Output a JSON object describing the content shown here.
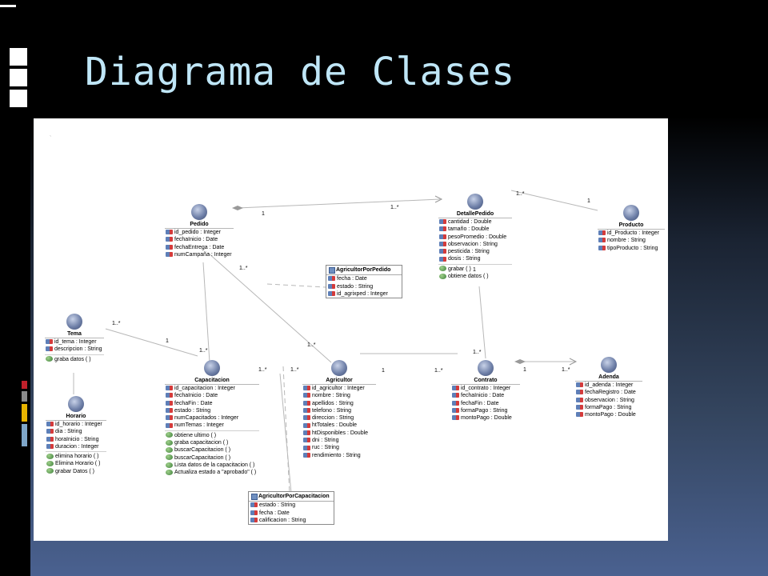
{
  "slide_title": "Diagrama de Clases",
  "colors": {
    "title": "#bfe6f7",
    "stripe_red": "#c0202a",
    "stripe_gray": "#8a8a8a",
    "stripe_yellow": "#e8b400",
    "stripe_blue": "#7fa6c8"
  },
  "classes": {
    "pedido": {
      "name": "Pedido",
      "attrs": [
        "id_pedido : Integer",
        "fechaInicio : Date",
        "fechaEntrega : Date",
        "numCampaña : Integer"
      ],
      "methods": []
    },
    "detallepedido": {
      "name": "DetallePedido",
      "attrs": [
        "cantidad : Double",
        "tamaño : Double",
        "pesoPromedio : Double",
        "observacion : String",
        "pesticida : String",
        "dosis : String"
      ],
      "methods": [
        "grabar ( )",
        "obtiene datos ( )"
      ]
    },
    "producto": {
      "name": "Producto",
      "attrs": [
        "id_Producto : Integer",
        "nombre : String",
        "tipoProducto : String"
      ],
      "methods": []
    },
    "tema": {
      "name": "Tema",
      "attrs": [
        "id_tema : Integer",
        "descripcion : String"
      ],
      "methods": [
        "graba datos ( )"
      ]
    },
    "horario": {
      "name": "Horario",
      "attrs": [
        "id_horario : Integer",
        "dia : String",
        "horaInicio : String",
        "duracion : Integer"
      ],
      "methods": [
        "elimina horario ( )",
        "Elimina Horario ( )",
        "grabar Datos ( )"
      ]
    },
    "capacitacion": {
      "name": "Capacitacion",
      "attrs": [
        "id_capacitacion : Integer",
        "fechaInicio : Date",
        "fechaFin : Date",
        "estado : String",
        "numCapacitados : Integer",
        "numTemas : Integer"
      ],
      "methods": [
        "obtiene ultimo ( )",
        "graba capacitacion ( )",
        "buscarCapacitacion ( )",
        "buscarCapacitacion ( )",
        "Lista datos de la capacitacion ( )",
        "Actualiza estado a \"aprobado\" ( )"
      ]
    },
    "agricultor": {
      "name": "Agricultor",
      "attrs": [
        "id_agricultor : Integer",
        "nombre : String",
        "apellidos : String",
        "telefono : String",
        "direccion : String",
        "htTotales : Double",
        "htDisponibles : Double",
        "dni : String",
        "ruc : String",
        "rendimiento : String"
      ],
      "methods": []
    },
    "contrato": {
      "name": "Contrato",
      "attrs": [
        "id_contrato : Integer",
        "fechaInicio : Date",
        "fechaFin : Date",
        "formaPago : String",
        "montoPago : Double"
      ],
      "methods": []
    },
    "adenda": {
      "name": "Adenda",
      "attrs": [
        "id_adenda : Integer",
        "fechaRegistro : Date",
        "observacion : String",
        "formaPago : String",
        "montoPago : Double"
      ],
      "methods": []
    }
  },
  "association_classes": {
    "agricultorporpedido": {
      "name": "AgricultorPorPedido",
      "attrs": [
        "fecha : Date",
        "estado : String",
        "id_agrixped : Integer"
      ]
    },
    "agricultorporcapacitacion": {
      "name": "AgricultorPorCapacitacion",
      "attrs": [
        "estado : String",
        "fecha : Date",
        "calificacion : String"
      ]
    }
  },
  "multiplicities": [
    "1",
    "1..*",
    "1..*",
    "1",
    "1..*",
    "1..*",
    "1",
    "1..*",
    "1..*",
    "1..*",
    "1",
    "1..*",
    "1..*",
    "1..*",
    "1",
    "1..*",
    "1"
  ]
}
